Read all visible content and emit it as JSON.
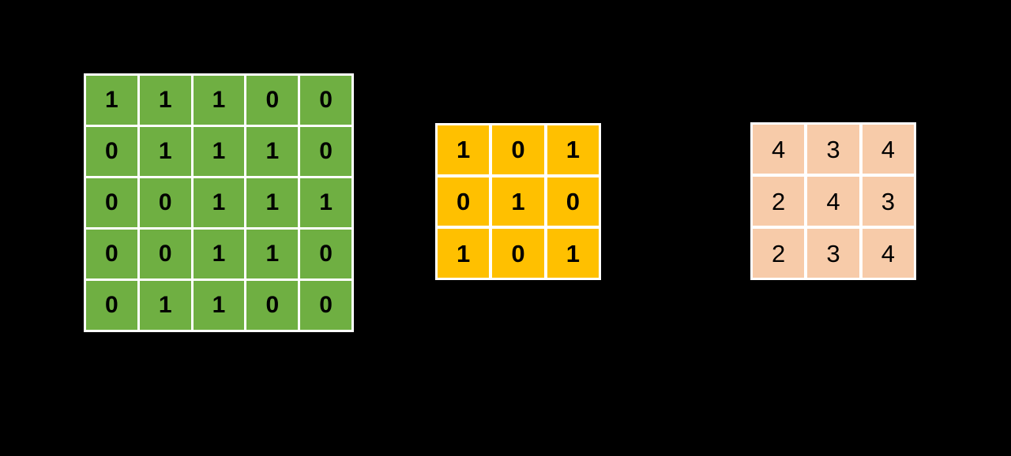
{
  "background_color": "#000000",
  "chart_data": {
    "type": "table",
    "title": "",
    "description": "Convolution illustration: a 5x5 binary input matrix, a 3x3 binary kernel, and a 3x3 numeric output feature map.",
    "matrices": [
      {
        "name": "input-matrix",
        "role": "input",
        "rows": 5,
        "cols": 5,
        "cell_color": "#6FAF42",
        "text_color": "#000000",
        "values": [
          [
            1,
            1,
            1,
            0,
            0
          ],
          [
            0,
            1,
            1,
            1,
            0
          ],
          [
            0,
            0,
            1,
            1,
            1
          ],
          [
            0,
            0,
            1,
            1,
            0
          ],
          [
            0,
            1,
            1,
            0,
            0
          ]
        ]
      },
      {
        "name": "kernel-matrix",
        "role": "kernel",
        "rows": 3,
        "cols": 3,
        "cell_color": "#FFC000",
        "text_color": "#000000",
        "values": [
          [
            1,
            0,
            1
          ],
          [
            0,
            1,
            0
          ],
          [
            1,
            0,
            1
          ]
        ]
      },
      {
        "name": "output-matrix",
        "role": "output",
        "rows": 3,
        "cols": 3,
        "cell_color": "#F7CBA9",
        "text_color": "#000000",
        "values": [
          [
            4,
            3,
            4
          ],
          [
            2,
            4,
            3
          ],
          [
            2,
            3,
            4
          ]
        ]
      }
    ]
  }
}
